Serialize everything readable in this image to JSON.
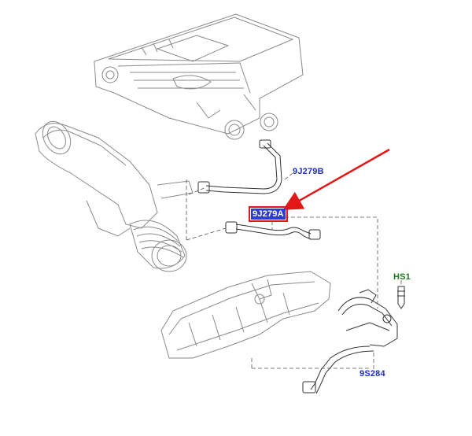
{
  "callouts": {
    "upper_hose": "9J279B",
    "selected_hose": "9J279A",
    "lower_hose": "9S284",
    "sensor": "HS1"
  },
  "colors": {
    "callout_text": "#1f2fbf",
    "sensor_text": "#1a7a1a",
    "highlight_fill": "#2f3dcf",
    "highlight_border": "#e01818",
    "pointer_arrow": "#e01818",
    "line_art": "#8a8a8a",
    "dashed_leader": "#555555"
  }
}
